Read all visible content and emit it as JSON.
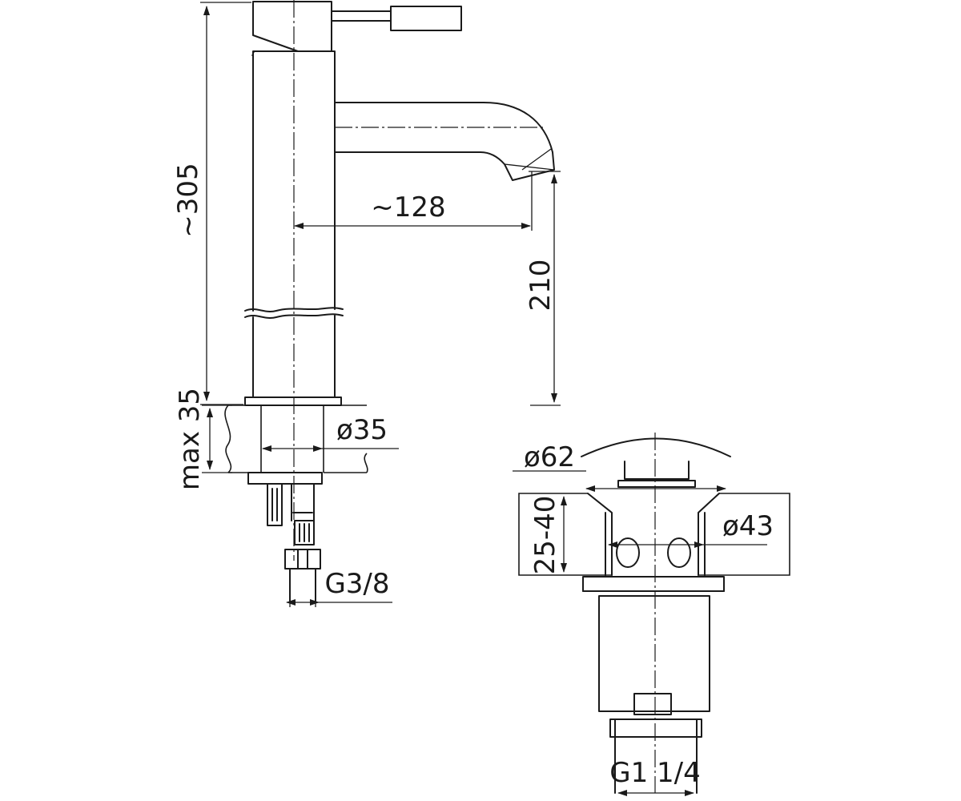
{
  "dimensions": {
    "total_height": "~305",
    "spout_reach": "~128",
    "spout_height": "210",
    "max_thickness": "max 35",
    "hole_diameter": "ø35",
    "connection_thread": "G3/8",
    "waste_cap_diameter": "ø62",
    "waste_body_diameter": "ø43",
    "waste_thickness_range": "25-40",
    "waste_thread": "G1 1/4"
  },
  "colors": {
    "line": "#1a1a1a",
    "background": "#ffffff"
  }
}
